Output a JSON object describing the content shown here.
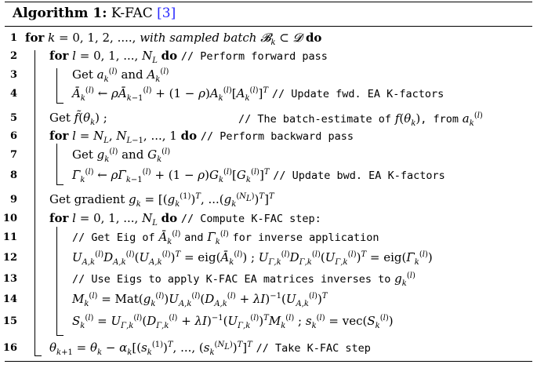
{
  "caption": {
    "label": "Algorithm 1:",
    "name": "K-FAC",
    "ref": "[3]"
  },
  "lines": [
    {
      "n": "1",
      "indent": 0,
      "body": "for k = 0, 1, 2, ...., with sampled batch 𝓑ₖ ⊂ 𝓓 do"
    },
    {
      "n": "2",
      "indent": 1,
      "body": "for l = 0, 1, ..., N_L do // Perform forward pass"
    },
    {
      "n": "3",
      "indent": 2,
      "body": "Get a_k^(l) and A_k^(l)"
    },
    {
      "n": "4",
      "indent": 2,
      "body": "Ā_k^(l) ← ρĀ_{k−1}^(l) + (1 − ρ)A_k^(l)[A_k^(l)]^T // Update fwd. EA K-factors"
    },
    {
      "n": "5",
      "indent": 1,
      "body": "Get f̃(θ_k) ;",
      "comment": "// The batch-estimate of f(θ_k), from a_k^(l)"
    },
    {
      "n": "6",
      "indent": 1,
      "body": "for l = N_L, N_{L−1}, ..., 1 do // Perform backward pass"
    },
    {
      "n": "7",
      "indent": 2,
      "body": "Get g_k^(l) and G_k^(l)"
    },
    {
      "n": "8",
      "indent": 2,
      "body": "Γ̄_k^(l) ← ρΓ̄_{k−1}^(l) + (1 − ρ)G_k^(l)[G_k^(l)]^T // Update bwd. EA K-factors"
    },
    {
      "n": "9",
      "indent": 1,
      "body": "Get gradient g_k = [(g_k^(1))^T, ...(g_k^(N_L))^T]^T"
    },
    {
      "n": "10",
      "indent": 1,
      "body": "for l = 0, 1, ..., N_L do // Compute K-FAC step:"
    },
    {
      "n": "11",
      "indent": 2,
      "body": "// Get Eig of Ā_k^(l) and Γ̄_k^(l) for inverse application"
    },
    {
      "n": "12",
      "indent": 2,
      "body": "U_{A,k}^(l) D_{A,k}^(l) (U_{A,k}^(l))^T = eig(Ā_k^(l)) ; U_{Γ,k}^(l) D_{Γ,k}^(l) (U_{Γ,k}^(l))^T = eig(Γ̄_k^(l))"
    },
    {
      "n": "13",
      "indent": 2,
      "body": "// Use Eigs to apply K-FAC EA matrices inverses to g_k^(l)"
    },
    {
      "n": "14",
      "indent": 2,
      "body": "M_k^(l) = Mat(g_k^(l)) U_{A,k}^(l) (D_{A,k}^(l) + λI)^{−1} (U_{A,k}^(l))^T"
    },
    {
      "n": "15",
      "indent": 2,
      "body": "S_k^(l) = U_{Γ,k}^(l) (D_{Γ,k}^(l) + λI)^{−1} (U_{Γ,k}^(l))^T M_k^(l) ; s_k^(l) = vec(S_k^(l))"
    },
    {
      "n": "16",
      "indent": 1,
      "body": "θ_{k+1} = θ_k − α_k[(s_k^(1))^T, ..., (s_k^(N_L))^T]^T // Take K-FAC step"
    }
  ]
}
